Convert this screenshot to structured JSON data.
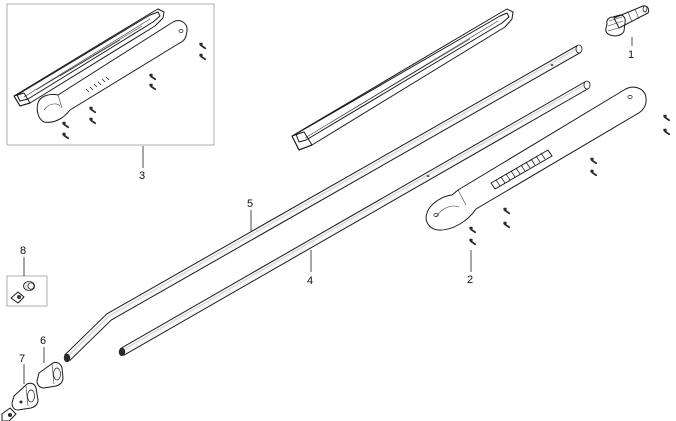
{
  "callouts": {
    "part_1": "1",
    "part_2": "2",
    "part_3": "3",
    "part_4": "4",
    "part_5": "5",
    "part_6": "6",
    "part_7": "7",
    "part_8": "8"
  },
  "colors": {
    "line": "#1a1a1a",
    "part_light": "#f2f2f2",
    "part_mid": "#bdbdbd",
    "part_dark": "#4a4a4a",
    "frame": "#9a9a9a"
  }
}
